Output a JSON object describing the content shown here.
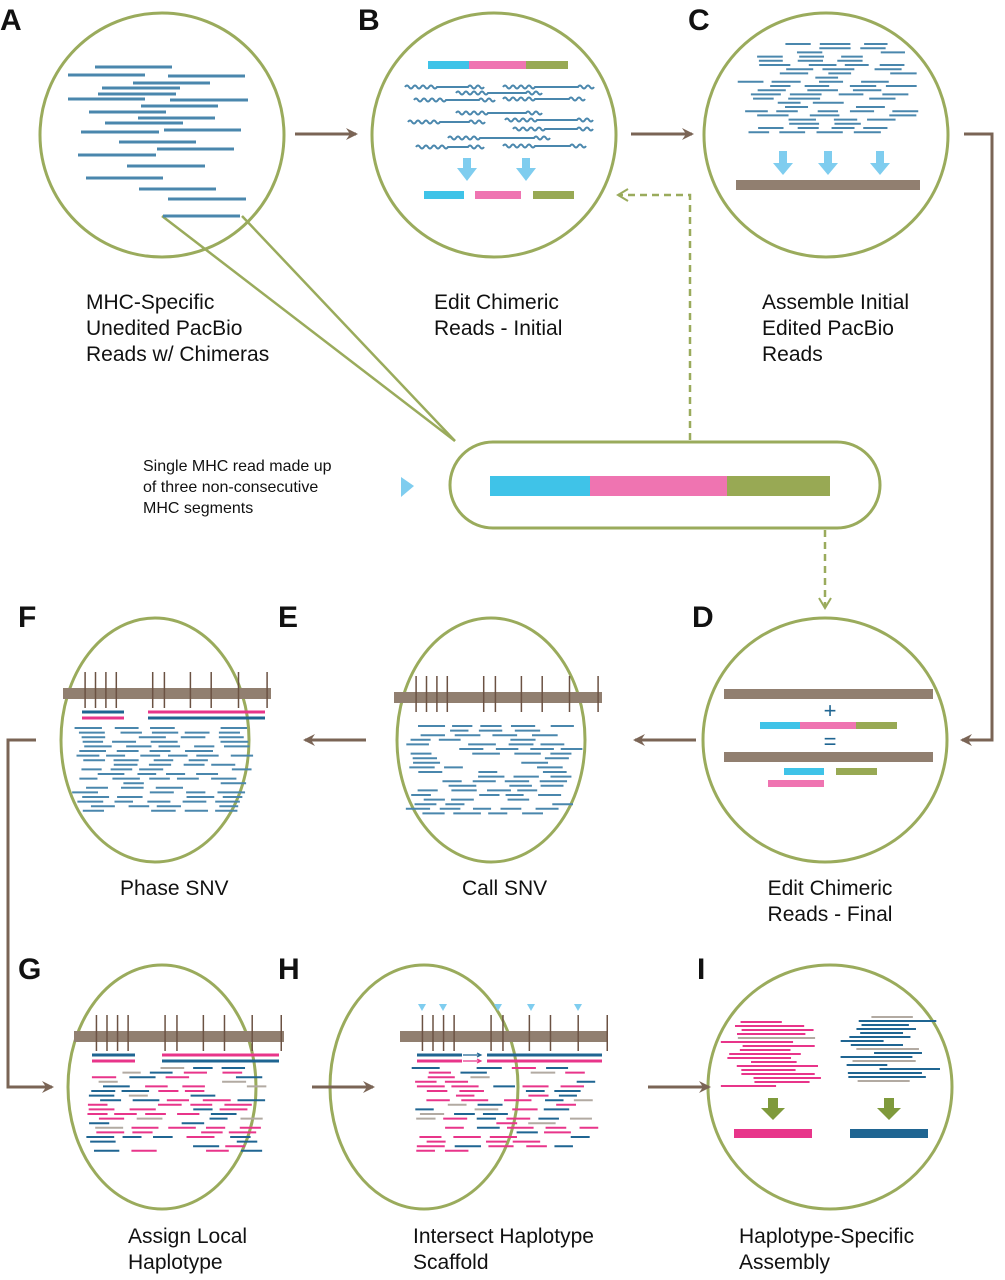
{
  "colors": {
    "circle": "#9aab5c",
    "read_blue": "#4a87ad",
    "hap_blue": "#1f6592",
    "hap_pink": "#e8358a",
    "seg_cyan": "#3fc3e8",
    "seg_pink": "#ef74b1",
    "seg_green": "#98a954",
    "reference": "#917f70",
    "snv_tick": "#6b5243",
    "flow_arrow": "#7a6455",
    "gray_read": "#b2aaa2",
    "light_arrow": "#7fcdef",
    "green_arrow": "#7f9a3c"
  },
  "panels": [
    {
      "id": "A",
      "letter": "A",
      "caption": "MHC-Specific\nUnedited PacBio\nReads w/ Chimeras"
    },
    {
      "id": "B",
      "letter": "B",
      "caption": "Edit Chimeric\nReads - Initial"
    },
    {
      "id": "C",
      "letter": "C",
      "caption": "Assemble Initial\nEdited PacBio\nReads"
    },
    {
      "id": "D",
      "letter": "D",
      "caption": "Edit Chimeric\nReads - Final"
    },
    {
      "id": "E",
      "letter": "E",
      "caption": "Call SNV"
    },
    {
      "id": "F",
      "letter": "F",
      "caption": "Phase SNV"
    },
    {
      "id": "G",
      "letter": "G",
      "caption": "Assign Local\nHaplotype"
    },
    {
      "id": "H",
      "letter": "H",
      "caption": "Intersect Haplotype\nScaffold"
    },
    {
      "id": "I",
      "letter": "I",
      "caption": "Haplotype-Specific\nAssembly"
    }
  ],
  "callout": {
    "text": "Single MHC read made up\nof three non-consecutive\nMHC segments",
    "segments": [
      "cyan",
      "pink",
      "green"
    ]
  },
  "d_panel": {
    "plus": "+",
    "equals": "="
  },
  "flow": [
    "A→B",
    "B→C",
    "C→D",
    "D→E",
    "E→F",
    "F→G",
    "G→H",
    "H→I",
    "callout⇢B",
    "callout⇢D"
  ]
}
